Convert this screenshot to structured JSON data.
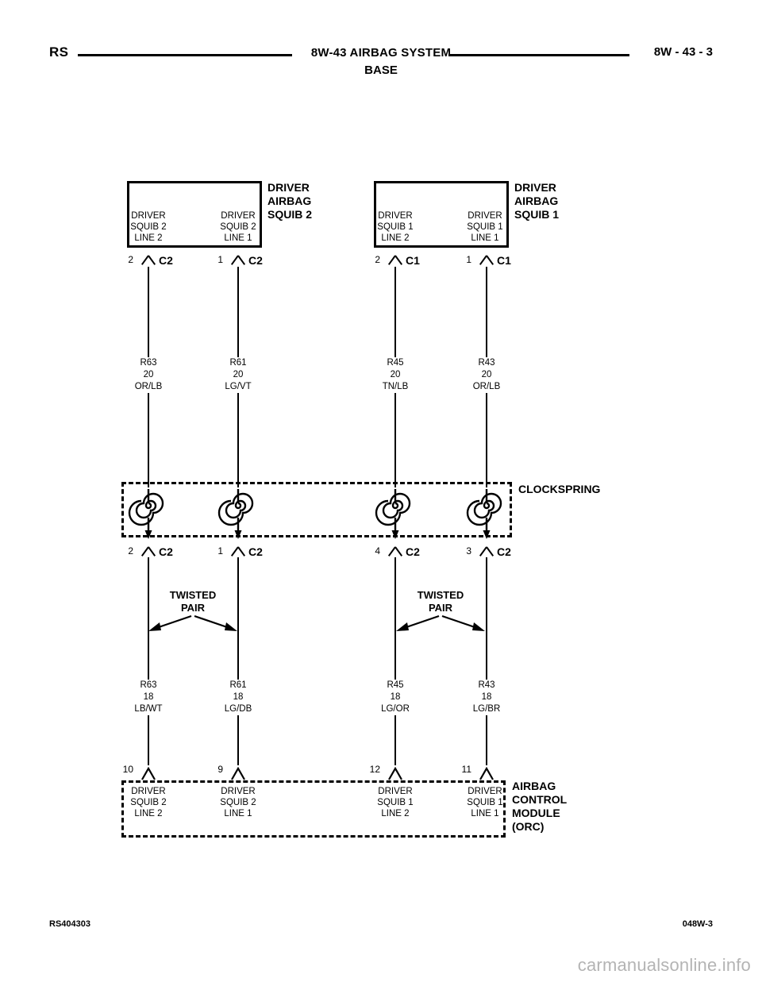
{
  "header": {
    "left": "RS",
    "title": "8W-43 AIRBAG SYSTEM",
    "subtitle": "BASE",
    "right": "8W - 43 - 3"
  },
  "footer": {
    "left": "RS404303",
    "right": "048W-3",
    "watermark": "carmanualsonline.info"
  },
  "devices": {
    "squib2": {
      "title": "DRIVER\nAIRBAG\nSQUIB 2",
      "pins": [
        {
          "label": "DRIVER\nSQUIB 2\nLINE 2",
          "pin": "2",
          "connector": "C2"
        },
        {
          "label": "DRIVER\nSQUIB 2\nLINE 1",
          "pin": "1",
          "connector": "C2"
        }
      ]
    },
    "squib1": {
      "title": "DRIVER\nAIRBAG\nSQUIB 1",
      "pins": [
        {
          "label": "DRIVER\nSQUIB 1\nLINE 2",
          "pin": "2",
          "connector": "C1"
        },
        {
          "label": "DRIVER\nSQUIB 1\nLINE 1",
          "pin": "1",
          "connector": "C1"
        }
      ]
    },
    "clockspring": {
      "title": "CLOCKSPRING",
      "pins": [
        {
          "pin": "2",
          "connector": "C2"
        },
        {
          "pin": "1",
          "connector": "C2"
        },
        {
          "pin": "4",
          "connector": "C2"
        },
        {
          "pin": "3",
          "connector": "C2"
        }
      ]
    },
    "orc": {
      "title": "AIRBAG\nCONTROL\nMODULE\n(ORC)",
      "pins": [
        {
          "pin": "10",
          "label": "DRIVER\nSQUIB 2\nLINE 2"
        },
        {
          "pin": "9",
          "label": "DRIVER\nSQUIB 2\nLINE 1"
        },
        {
          "pin": "12",
          "label": "DRIVER\nSQUIB 1\nLINE 2"
        },
        {
          "pin": "11",
          "label": "DRIVER\nSQUIB 1\nLINE 1"
        }
      ]
    }
  },
  "wires_upper": [
    {
      "circuit": "R63",
      "gauge": "20",
      "color": "OR/LB"
    },
    {
      "circuit": "R61",
      "gauge": "20",
      "color": "LG/VT"
    },
    {
      "circuit": "R45",
      "gauge": "20",
      "color": "TN/LB"
    },
    {
      "circuit": "R43",
      "gauge": "20",
      "color": "OR/LB"
    }
  ],
  "wires_lower": [
    {
      "circuit": "R63",
      "gauge": "18",
      "color": "LB/WT"
    },
    {
      "circuit": "R61",
      "gauge": "18",
      "color": "LG/DB"
    },
    {
      "circuit": "R45",
      "gauge": "18",
      "color": "LG/OR"
    },
    {
      "circuit": "R43",
      "gauge": "18",
      "color": "LG/BR"
    }
  ],
  "twisted_pairs": [
    {
      "label": "TWISTED\nPAIR"
    },
    {
      "label": "TWISTED\nPAIR"
    }
  ],
  "colors": {
    "line": "#000000",
    "background": "#ffffff",
    "watermark": "#b4b4b4"
  }
}
